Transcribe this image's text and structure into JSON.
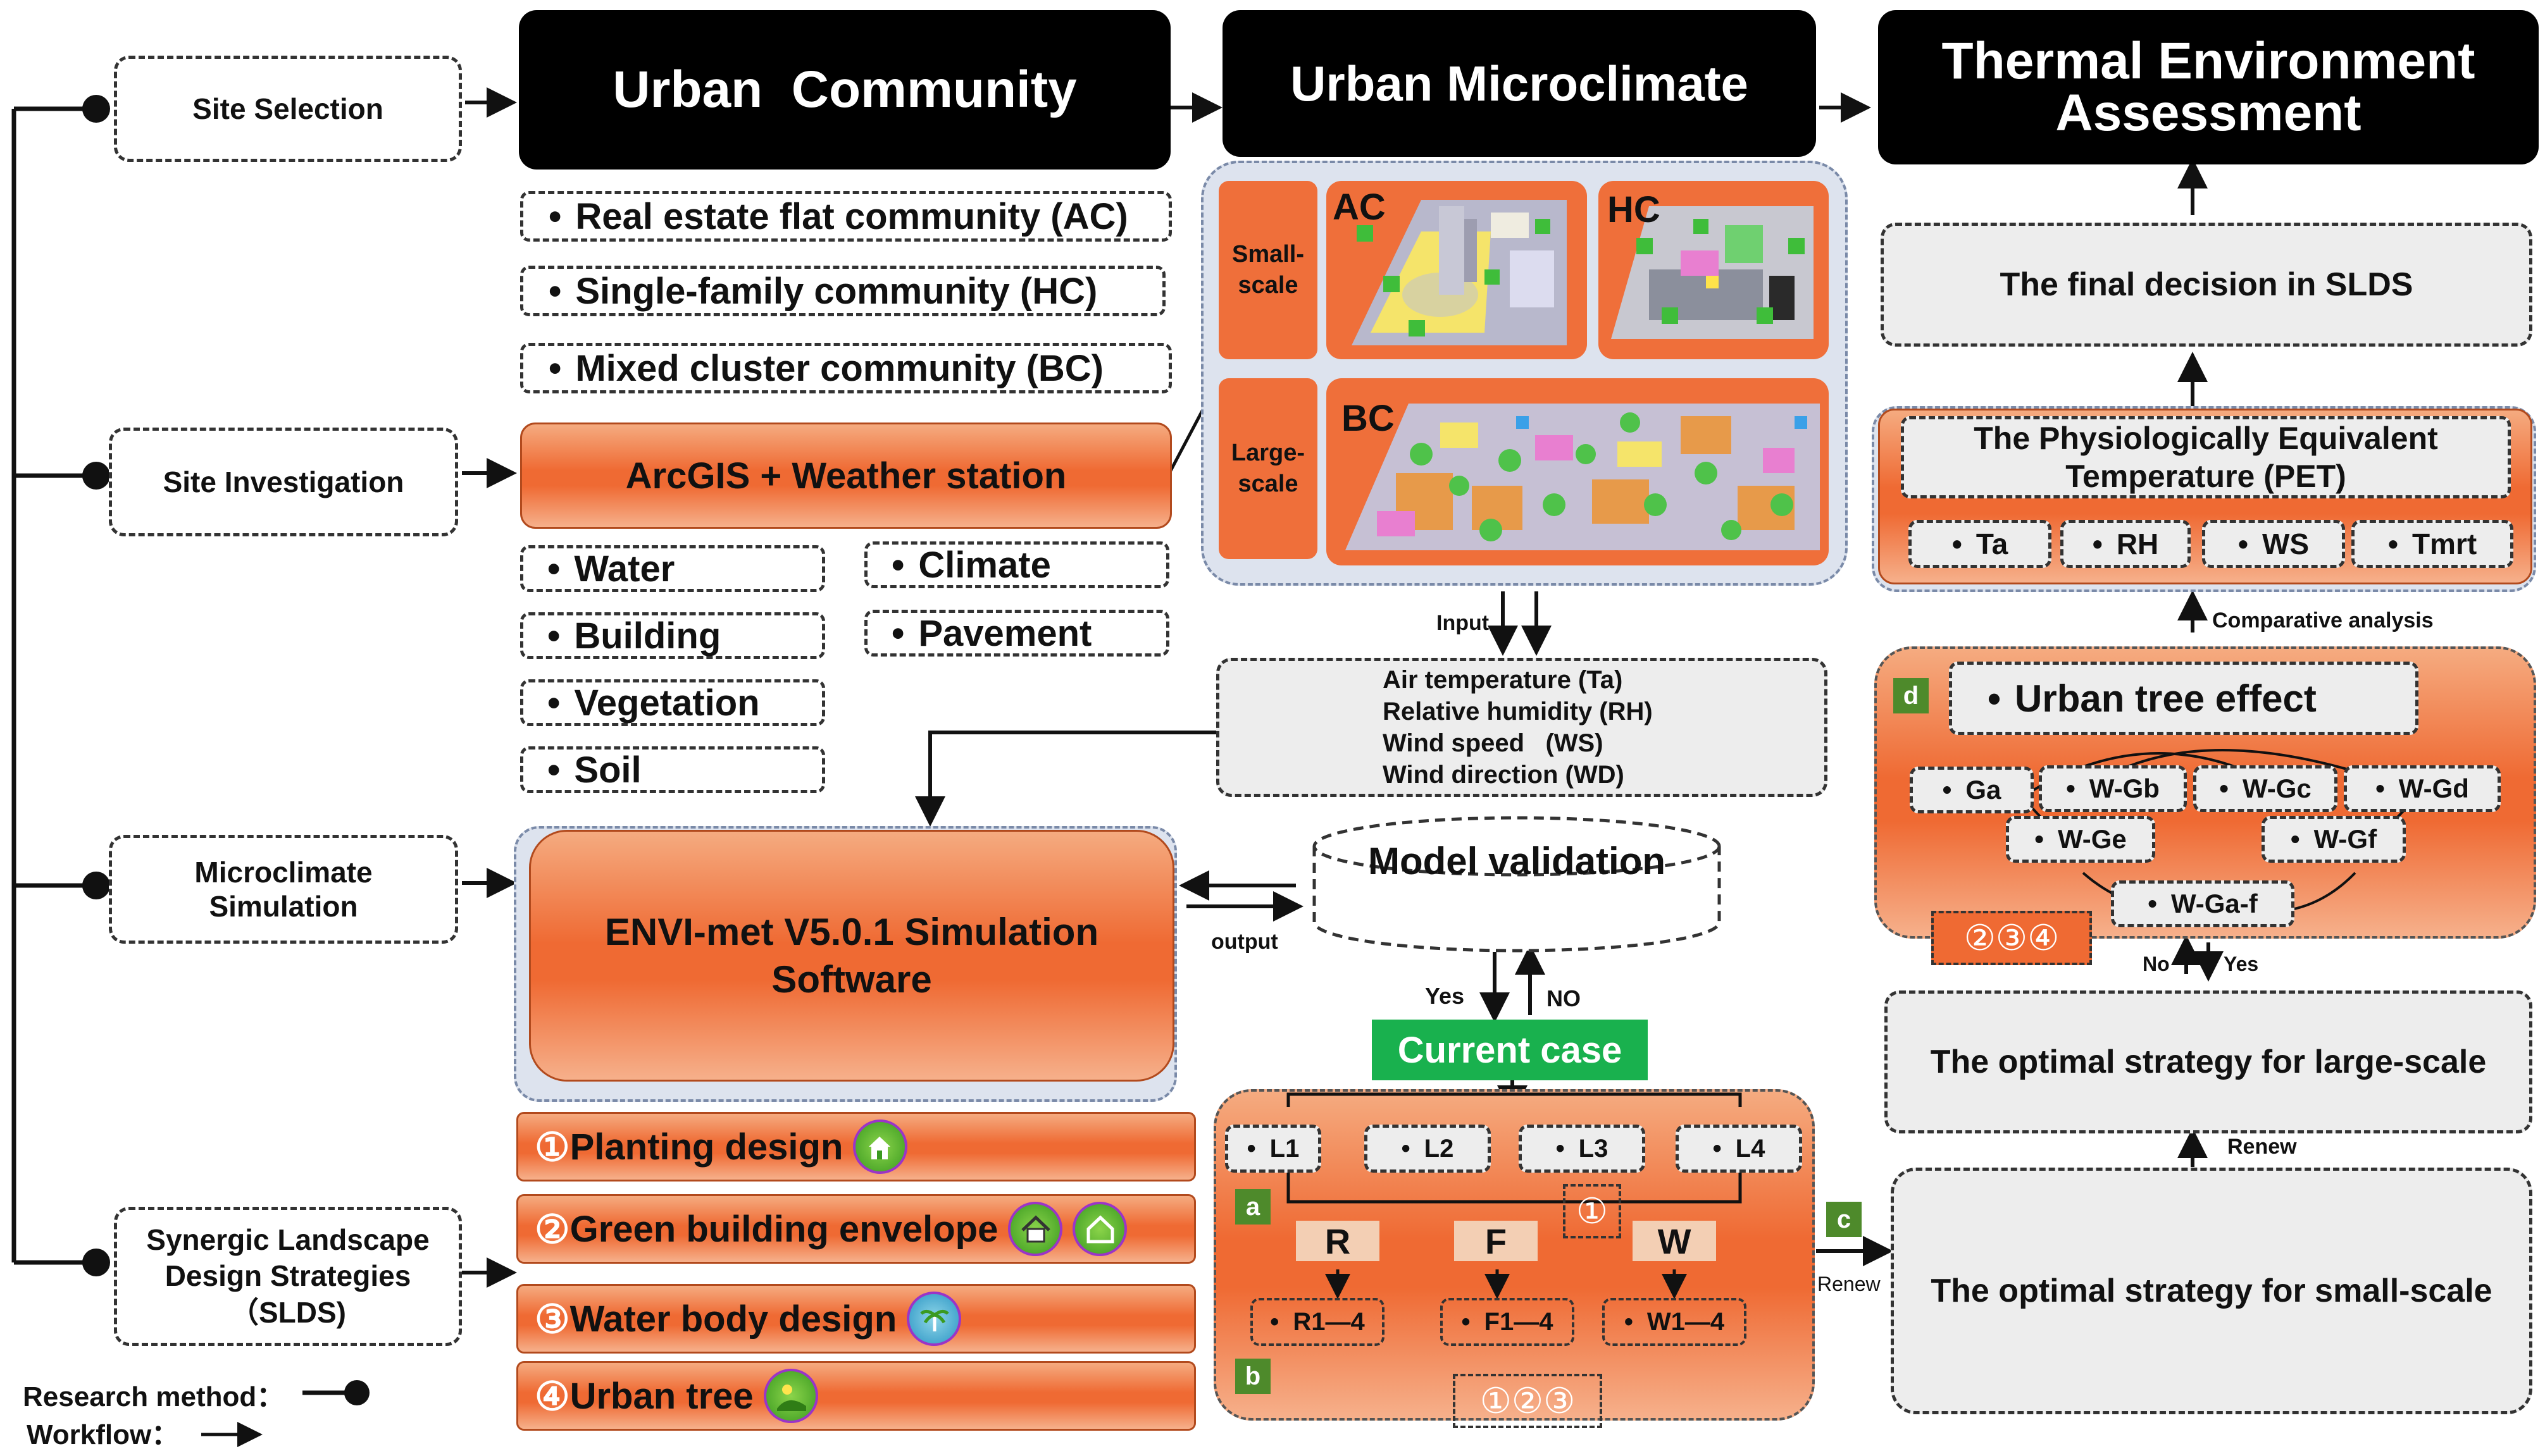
{
  "left_column": {
    "site_selection": "Site Selection",
    "site_investigation": "Site Investigation",
    "microclimate_simulation": "Microclimate Simulation",
    "slds": "Synergic Landscape Design Strategies（SLDS)"
  },
  "legend": {
    "research_method": "Research method：",
    "workflow": "Workflow："
  },
  "headers": {
    "urban_community": "Urban  Community",
    "urban_microclimate": "Urban Microclimate",
    "thermal_assessment": "Thermal Environment Assessment"
  },
  "communities": [
    "Real estate flat community (AC)",
    "Single-family community (HC)",
    "Mixed cluster community (BC)"
  ],
  "investigation": {
    "tool": "ArcGIS + Weather station",
    "factors_left": [
      "Water",
      "Building",
      "Vegetation",
      "Soil"
    ],
    "factors_right": [
      "Climate",
      "Pavement"
    ]
  },
  "simulation": {
    "software": "ENVI-met V5.0.1 Simulation Software",
    "output_label": "output",
    "validation": "Model validation",
    "yes": "Yes",
    "no": "NO",
    "current_case": "Current case"
  },
  "strategies": [
    {
      "num": "①",
      "label": "Planting design",
      "icons": [
        "house-tree-icon"
      ]
    },
    {
      "num": "②",
      "label": "Green building envelope",
      "icons": [
        "house-icon",
        "green-house-icon"
      ]
    },
    {
      "num": "③",
      "label": "Water body design",
      "icons": [
        "palm-water-icon"
      ]
    },
    {
      "num": "④",
      "label": "Urban tree",
      "icons": [
        "sun-landscape-icon"
      ]
    }
  ],
  "microclimate": {
    "small_scale": "Small-scale",
    "large_scale": "Large-scale",
    "ac": "AC",
    "hc": "HC",
    "bc": "BC",
    "input_label": "Input",
    "variables": [
      "Air temperature  (Ta)",
      "Relative humidity (RH)",
      "Wind speed   (WS)",
      "Wind direction (WD)"
    ]
  },
  "scenario_box": {
    "levels": [
      "L1",
      "L2",
      "L3",
      "L4"
    ],
    "tag_a": "a",
    "tag_b": "b",
    "circle_one": "①",
    "groups": [
      "R",
      "F",
      "W"
    ],
    "subgroups": [
      "R1—4",
      "F1—4",
      "W1—4"
    ],
    "circles_bottom": "①②③"
  },
  "right_column": {
    "final_decision": "The final decision in SLDS",
    "pet": "The Physiologically Equivalent Temperature (PET)",
    "pet_params": [
      "Ta",
      "RH",
      "WS",
      "Tmrt"
    ],
    "comparative": "Comparative analysis",
    "tag_d": "d",
    "tree_effect": "Urban tree effect",
    "tree_groups_row1": [
      "Ga",
      "W-Gb",
      "W-Gc",
      "W-Gd"
    ],
    "tree_groups_row2": [
      "W-Ge",
      "W-Gf"
    ],
    "tree_groups_row3": [
      "W-Ga-f"
    ],
    "circles_234": "②③④",
    "no": "No",
    "yes": "Yes",
    "large_strategy": "The optimal strategy for large-scale",
    "renew": "Renew",
    "tag_c": "c",
    "renew_left": "Renew",
    "small_strategy": "The optimal strategy for small-scale"
  },
  "colors": {
    "orange": "#ef6a33",
    "green_case": "#19b14e",
    "tag_green": "#4e8a2b",
    "black": "#000000"
  }
}
